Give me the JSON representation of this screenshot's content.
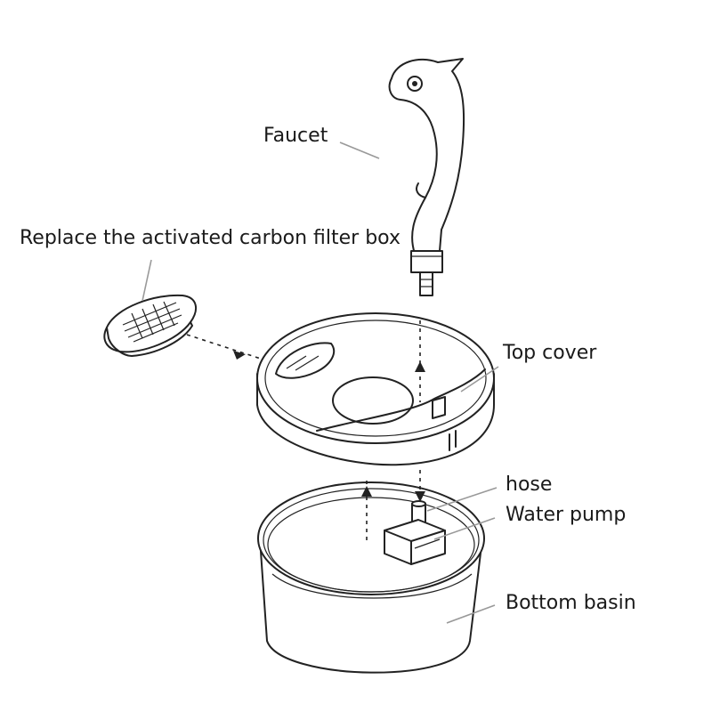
{
  "labels": {
    "faucet": "Faucet",
    "filter": "Replace the activated carbon filter box",
    "top_cover": "Top cover",
    "hose": "hose",
    "pump": "Water pump",
    "basin": "Bottom basin"
  }
}
